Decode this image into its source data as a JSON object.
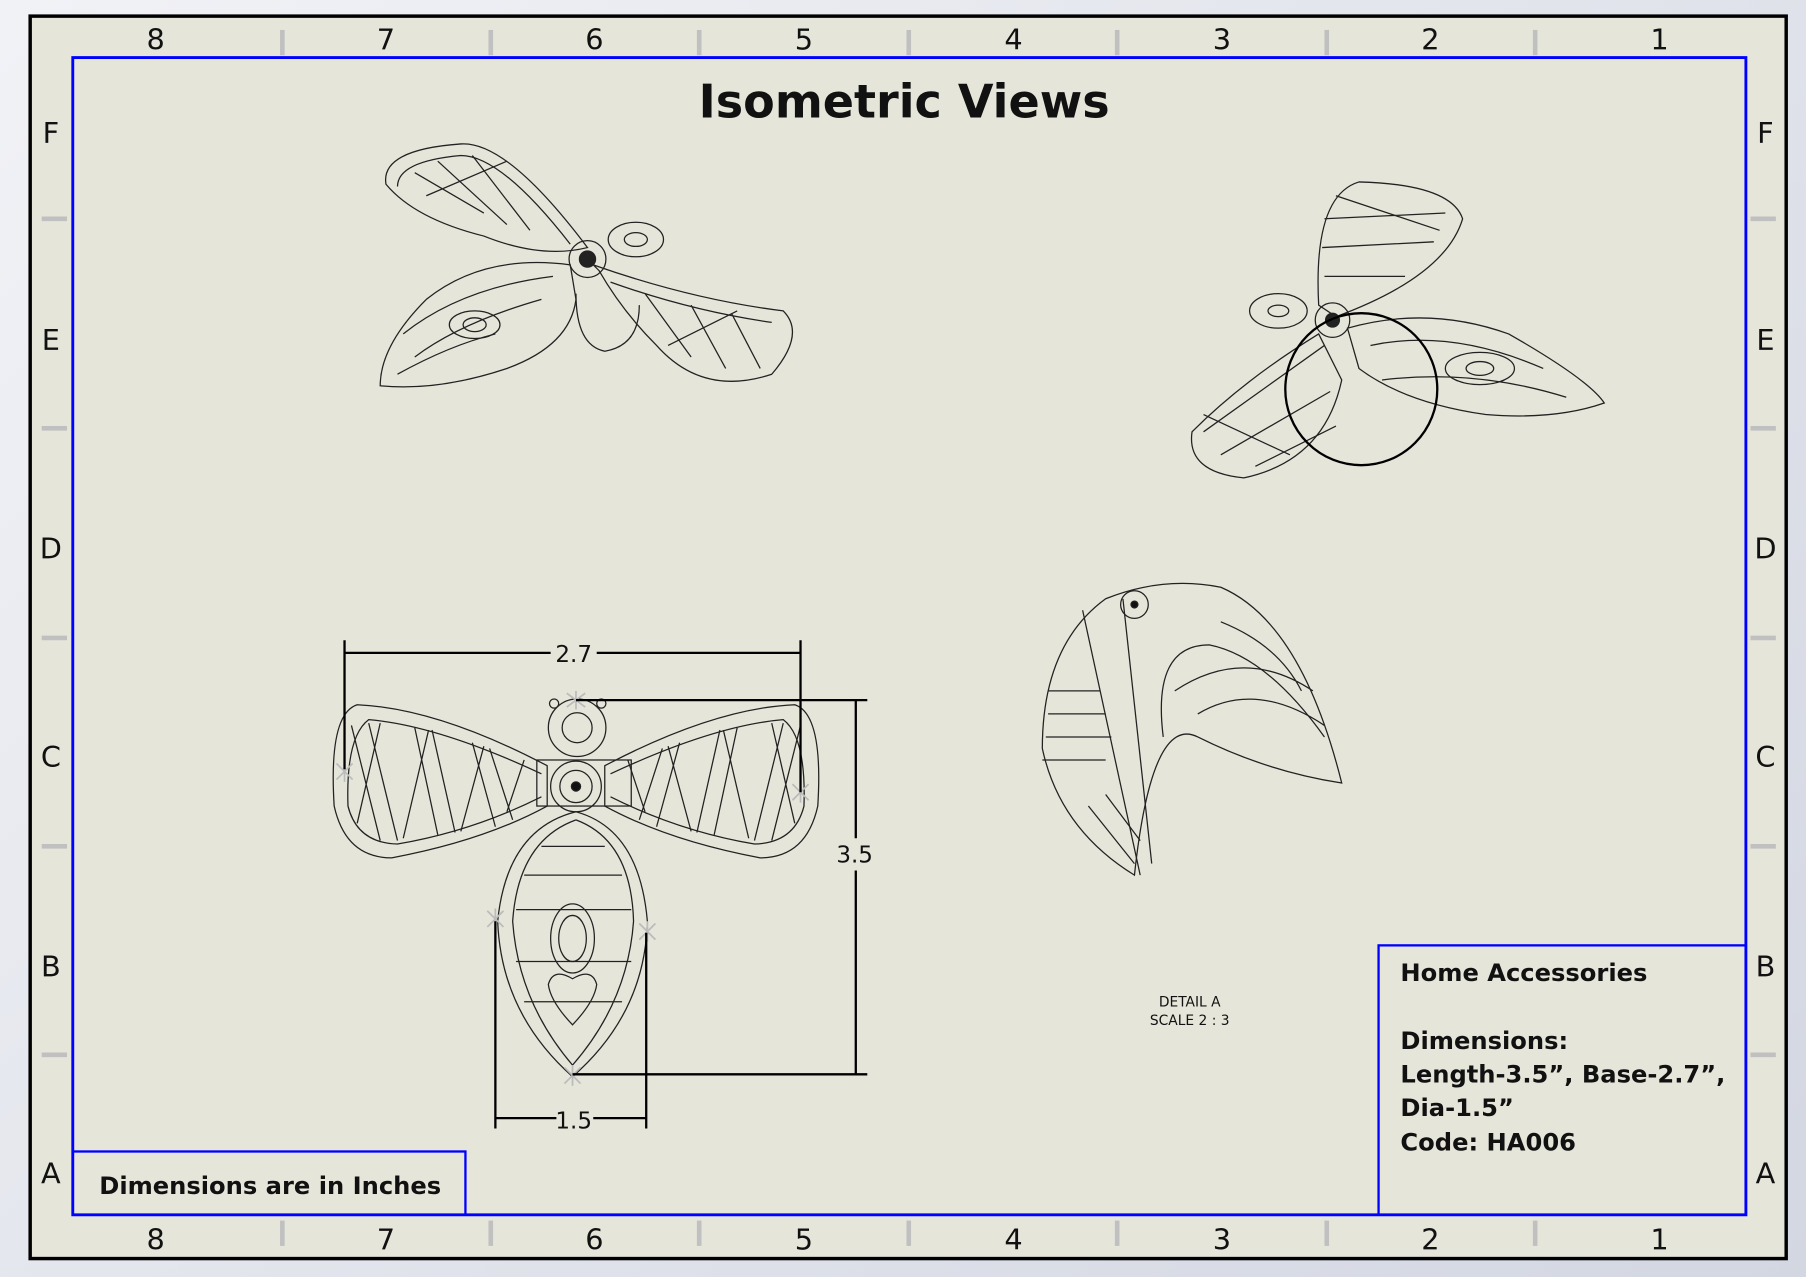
{
  "sheet": {
    "title": "Isometric Views",
    "columns": [
      "8",
      "7",
      "6",
      "5",
      "4",
      "3",
      "2",
      "1"
    ],
    "rows": [
      "F",
      "E",
      "D",
      "C",
      "B",
      "A"
    ],
    "colors": {
      "border": "#000000",
      "frame": "#0000ff",
      "paper": "#e6e5da"
    }
  },
  "dimensions": {
    "base": "2.7",
    "length": "3.5",
    "dia": "1.5"
  },
  "detail": {
    "label": "DETAIL A",
    "scale": "SCALE 2 : 3"
  },
  "note": "Dimensions are in Inches",
  "title_block": {
    "heading": "Home Accessories",
    "dims_label": "Dimensions:",
    "dims_line1": "Length-3.5”, Base-2.7”,",
    "dims_line2": "Dia-1.5”",
    "code": "Code: HA006"
  }
}
